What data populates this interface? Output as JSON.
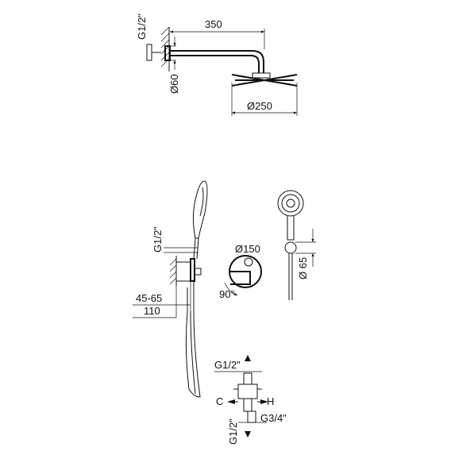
{
  "shower_arm": {
    "thread": "G1/2\"",
    "length": "350",
    "flange_diameter": "Ø60",
    "head_diameter": "Ø250"
  },
  "mixer": {
    "thread": "G1/2\"",
    "plate_diameter": "Ø150",
    "rotation": "90°",
    "depth_range": "45-65",
    "depth_total": "110"
  },
  "hand_shower": {
    "holder_size": "Ø 65"
  },
  "valve": {
    "thread_top": "G1/2\"",
    "thread_bottom": "G1/2\"",
    "thread_outlet": "G3/4\"",
    "cold": "C",
    "hot": "H"
  }
}
